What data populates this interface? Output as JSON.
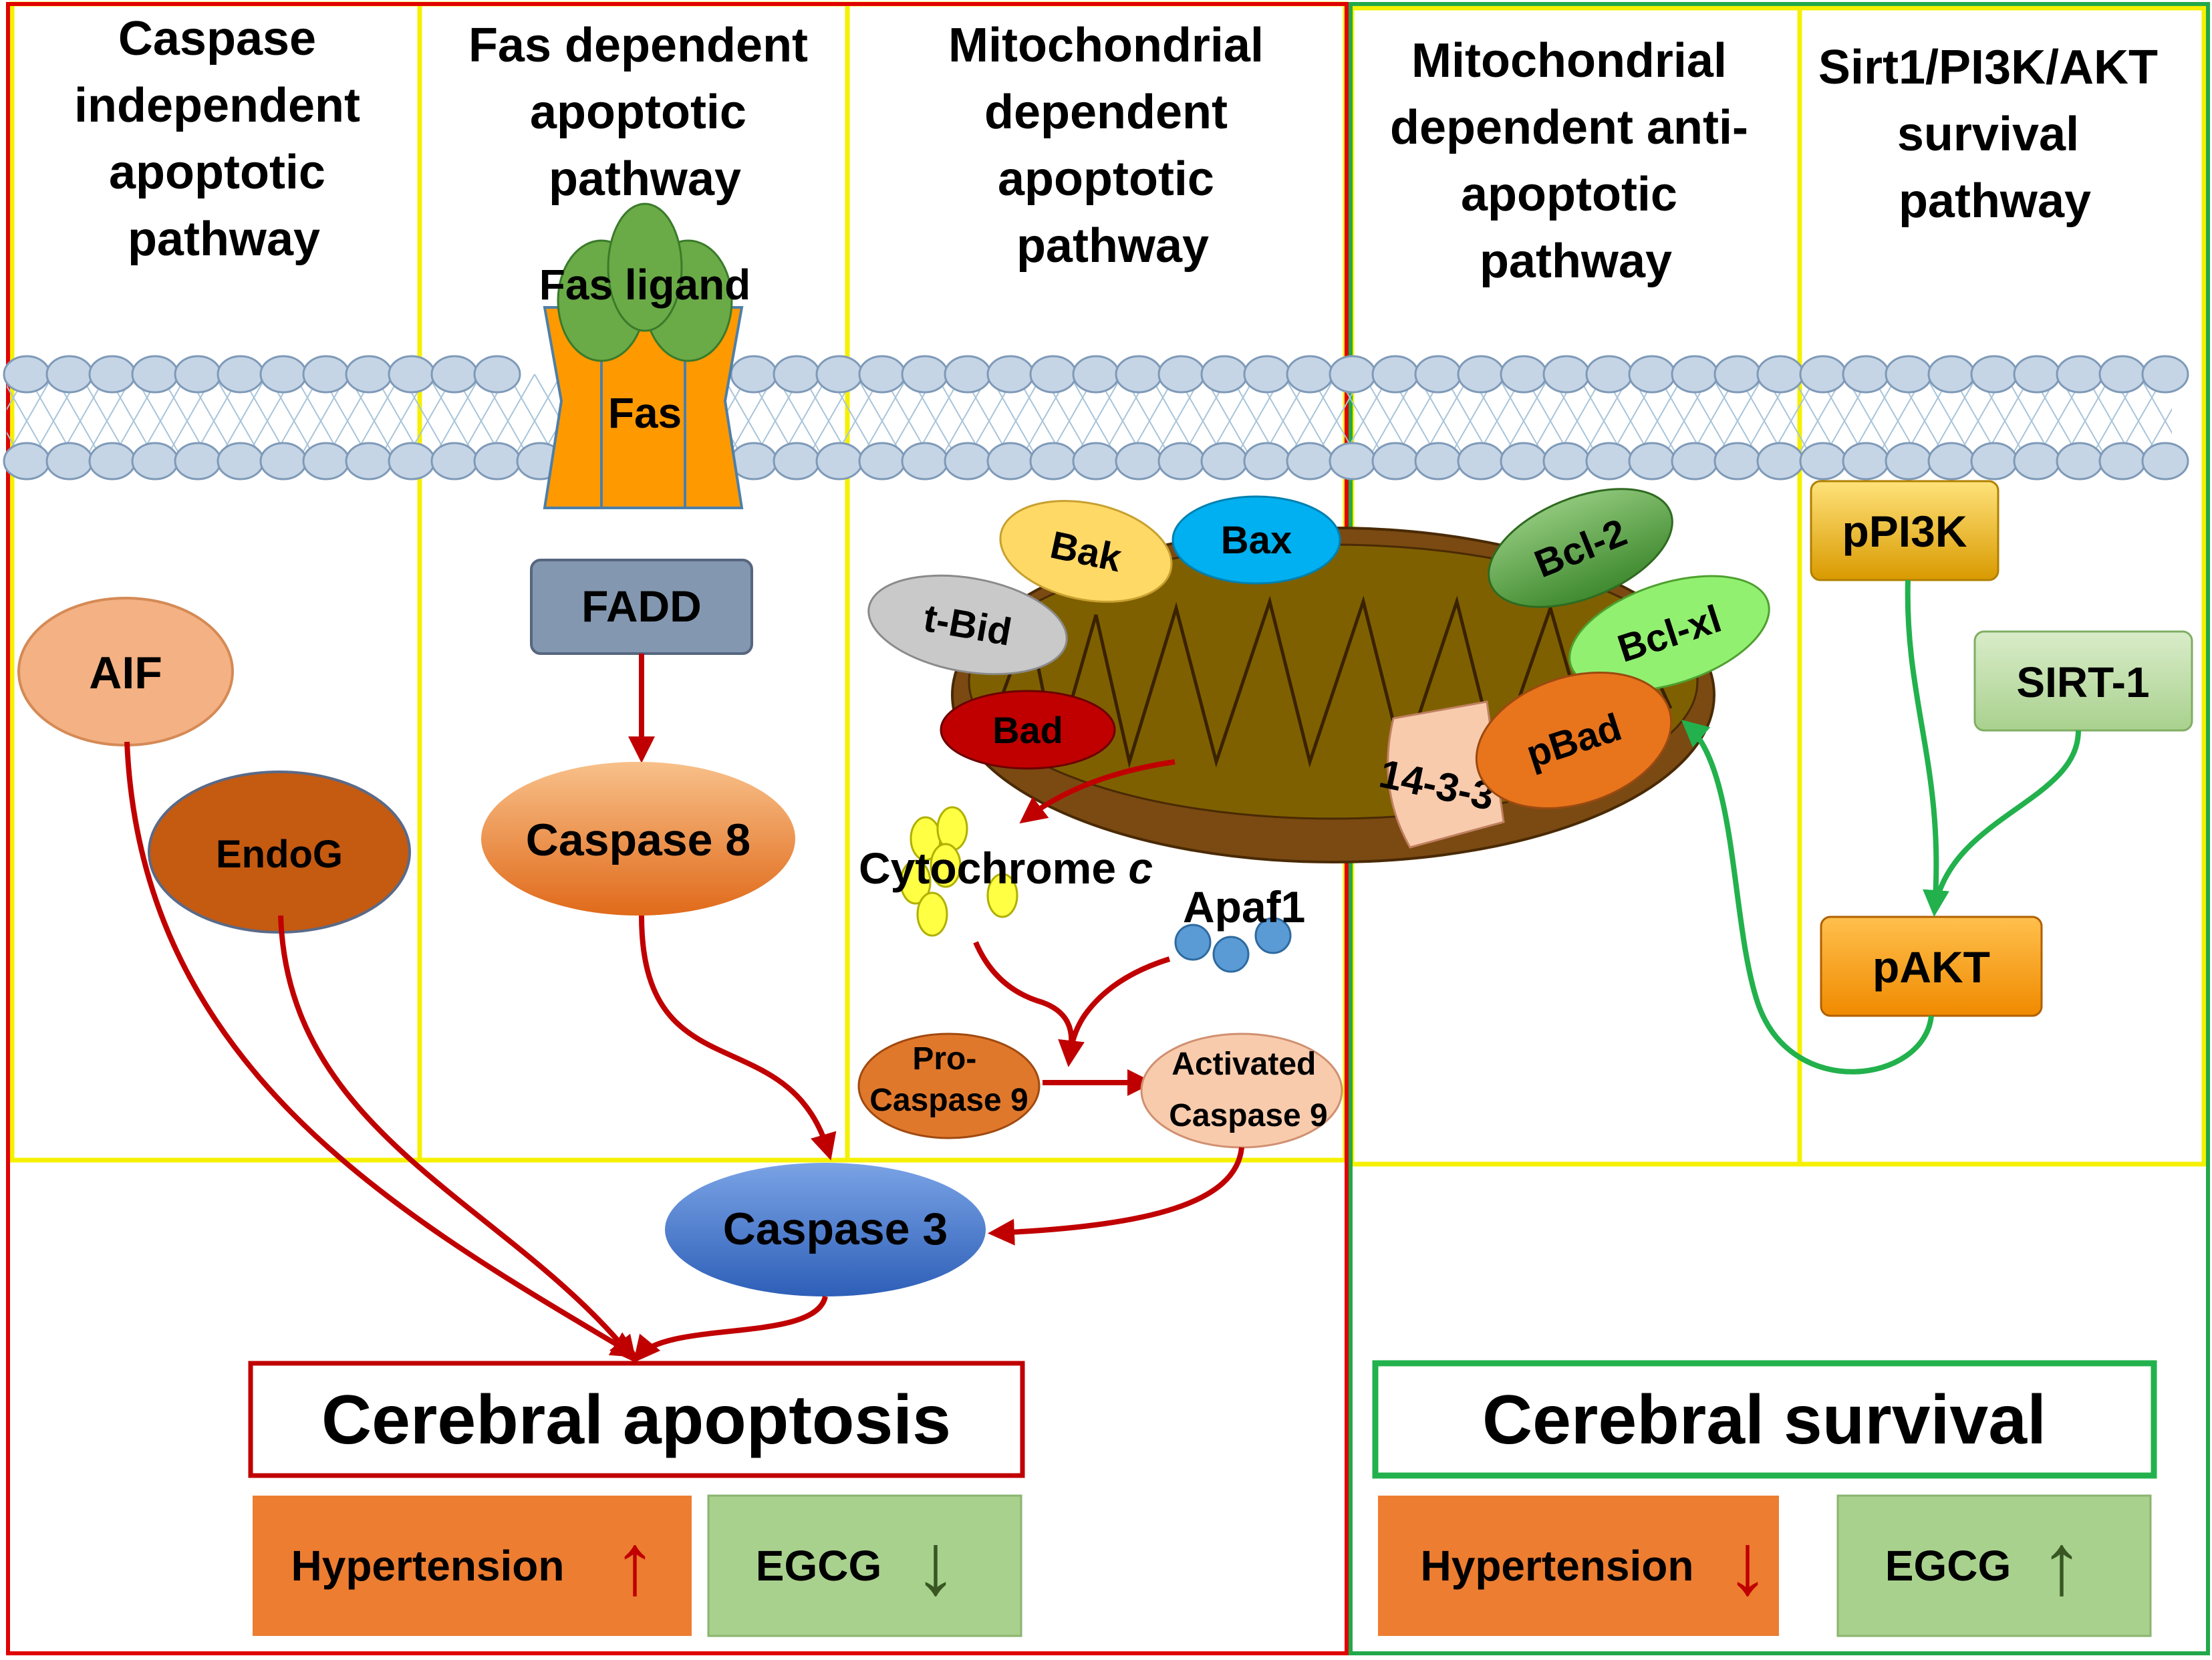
{
  "pathways": {
    "caspase_independent": [
      "Caspase",
      "independent",
      "apoptotic",
      "pathway"
    ],
    "fas_dependent": [
      "Fas dependent",
      "apoptotic",
      "pathway"
    ],
    "mito_dependent": [
      "Mitochondrial",
      "dependent",
      "apoptotic",
      "pathway"
    ],
    "mito_anti": [
      "Mitochondrial",
      "dependent anti-",
      "apoptotic",
      "pathway"
    ],
    "survival": [
      "Sirt1/PI3K/AKT",
      "survival",
      "pathway"
    ]
  },
  "nodes": {
    "fas_ligand": "Fas ligand",
    "fas": "Fas",
    "fadd": "FADD",
    "caspase8": "Caspase 8",
    "aif": "AIF",
    "endog": "EndoG",
    "bak": "Bak",
    "bax": "Bax",
    "tbid": "t-Bid",
    "bad": "Bad",
    "cytochrome": "Cytochrome",
    "cytochrome_c": "c",
    "apaf1": "Apaf1",
    "procaspase9_a": "Pro-",
    "procaspase9_b": "Caspase 9",
    "activated_a": "Activated",
    "activated_b": "Caspase 9",
    "caspase3": "Caspase 3",
    "bcl2": "Bcl-2",
    "bclxl": "Bcl-xl",
    "pbad": "pBad",
    "p1433": "14-3-3",
    "ppi3k": "pPI3K",
    "sirt1": "SIRT-1",
    "pakt": "pAKT"
  },
  "outcomes": {
    "apoptosis": "Cerebral apoptosis",
    "survival": "Cerebral survival",
    "hypertension_label": "Hypertension",
    "egcg_label": "EGCG",
    "apoptosis_hypertension_arrow": "↑",
    "apoptosis_egcg_arrow": "↓",
    "survival_hypertension_arrow": "↓",
    "survival_egcg_arrow": "↑"
  }
}
